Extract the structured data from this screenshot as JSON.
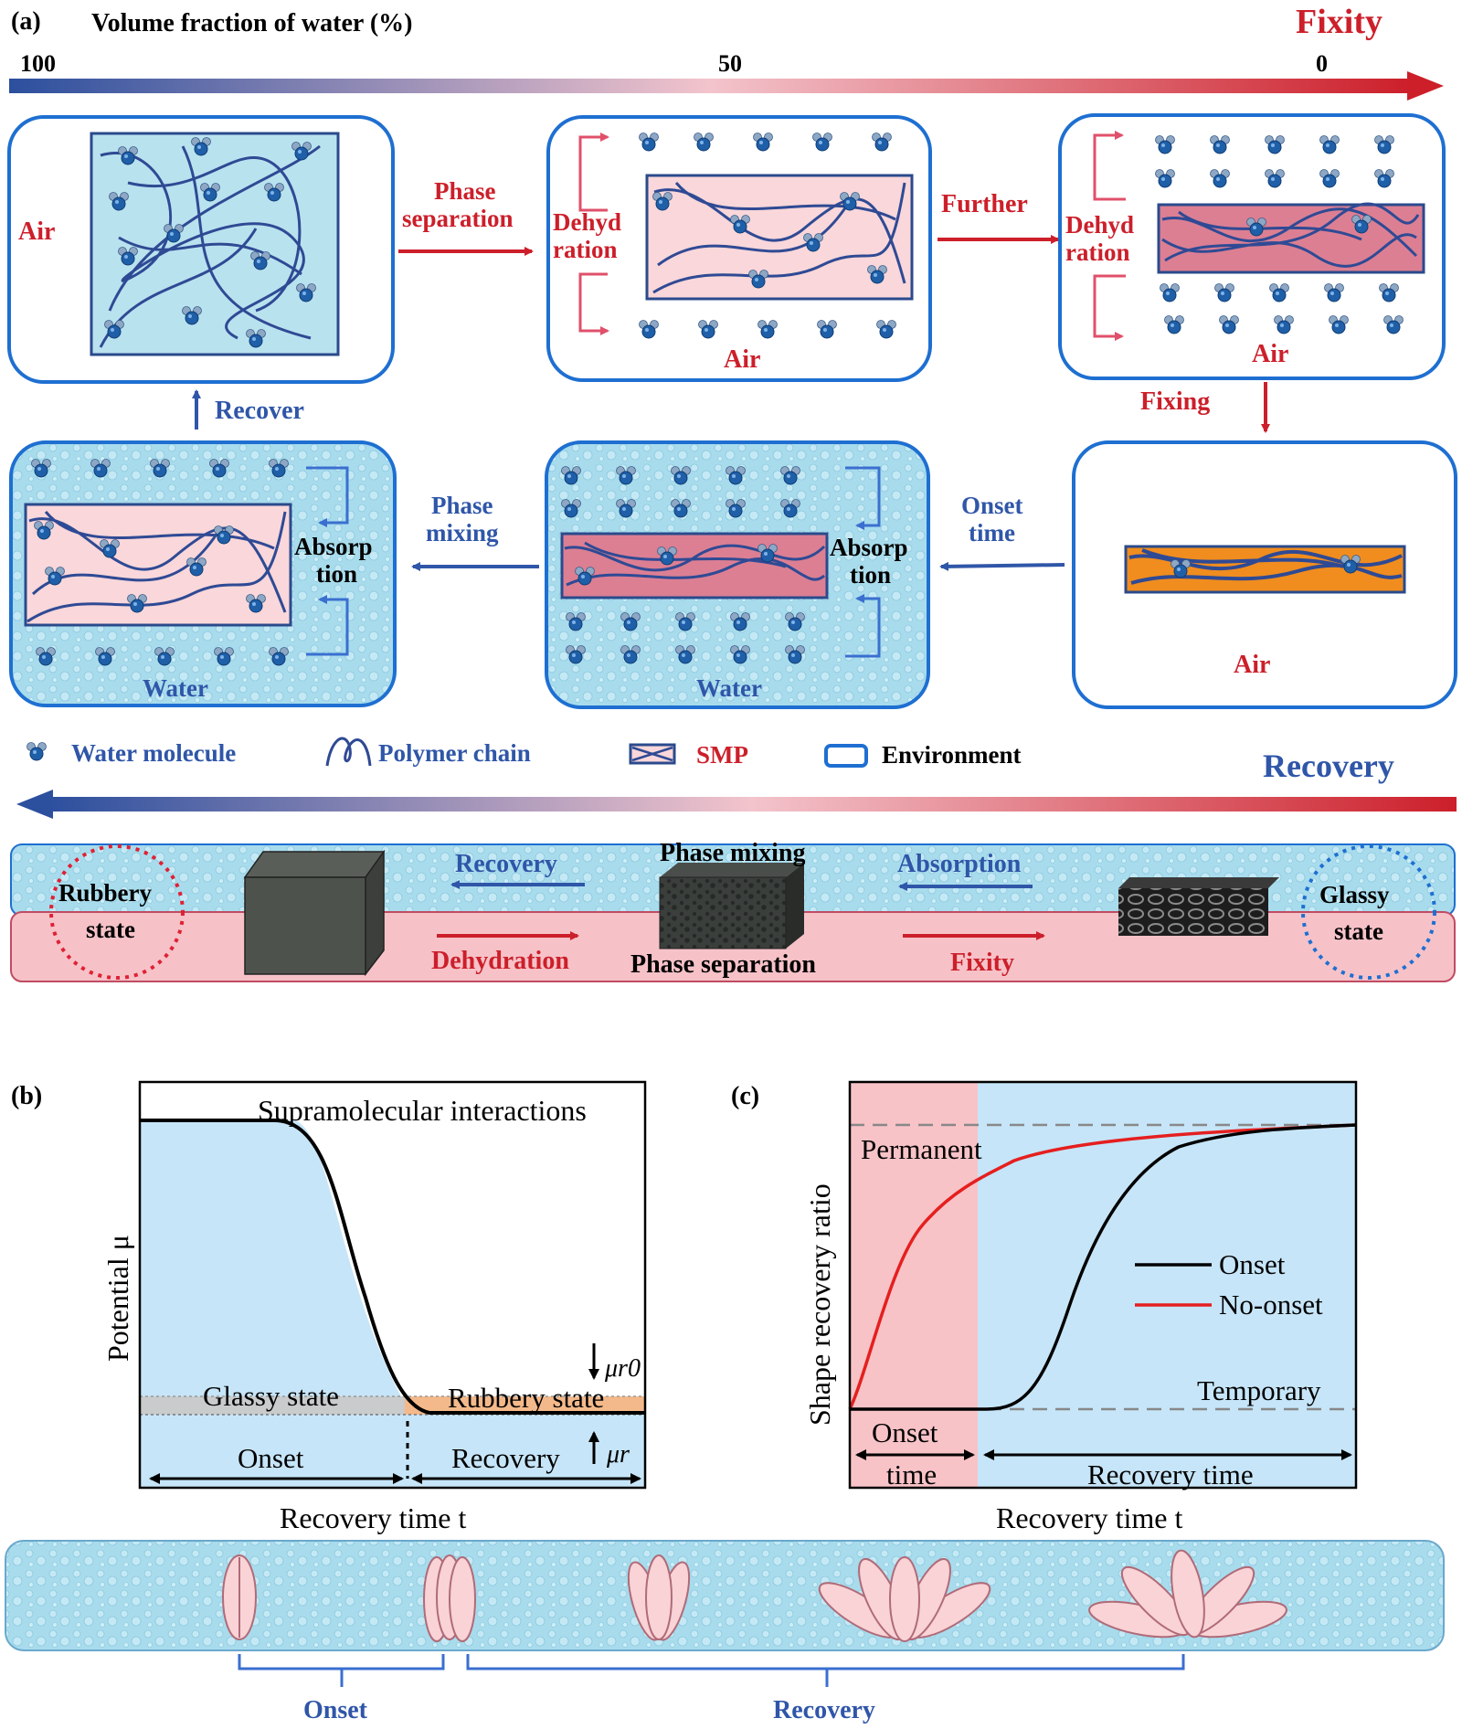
{
  "panel_a": {
    "label": "(a)",
    "volume_title": "Volume fraction of water (%)",
    "fixity_title": "Fixity",
    "recovery_title": "Recovery",
    "ticks": [
      "100",
      "50",
      "0"
    ],
    "air": "Air",
    "water": "Water",
    "phase_separation_1": "Phase",
    "phase_separation_2": "separation",
    "further": "Further",
    "dehydration_1": "Dehyd",
    "dehydration_2": "ration",
    "fixing": "Fixing",
    "recover": "Recover",
    "onset_time_1": "Onset",
    "onset_time_2": "time",
    "phase_mixing_1": "Phase",
    "phase_mixing_2": "mixing",
    "absorption_1": "Absorp",
    "absorption_2": "tion",
    "legend": {
      "water_molecule": "Water molecule",
      "polymer_chain": "Polymer chain",
      "smp": "SMP",
      "environment": "Environment"
    },
    "bar": {
      "rubbery_1": "Rubbery",
      "rubbery_2": "state",
      "glassy_1": "Glassy",
      "glassy_2": "state",
      "recovery": "Recovery",
      "phase_mixing": "Phase mixing",
      "absorption": "Absorption",
      "dehydration": "Dehydration",
      "phase_separation": "Phase separation",
      "fixity": "Fixity"
    }
  },
  "panel_b": {
    "label": "(b)",
    "curve_label": "Supramolecular interactions",
    "ylabel": "Potential μ",
    "xlabel": "Recovery time t",
    "glassy": "Glassy state",
    "rubbery": "Rubbery state",
    "onset": "Onset",
    "recovery": "Recovery",
    "mu_r0": "μr0",
    "mu_r": "μr"
  },
  "panel_c": {
    "label": "(c)",
    "ylabel": "Shape recovery ratio",
    "xlabel": "Recovery time t",
    "permanent": "Permanent",
    "temporary": "Temporary",
    "onset_time_1": "Onset",
    "onset_time_2": "time",
    "recovery_time": "Recovery time",
    "legend_onset": "Onset",
    "legend_noonset": "No-onset"
  },
  "bottom": {
    "onset": "Onset",
    "recovery": "Recovery"
  },
  "colors": {
    "blue": "#2f56a8",
    "red": "#cc1f2a",
    "box_border": "#1e6fd1",
    "water_bg": "#a8dced",
    "pink": "#f6c7cb",
    "dark_pink": "#dc7f93",
    "orange": "#f08d1e"
  }
}
